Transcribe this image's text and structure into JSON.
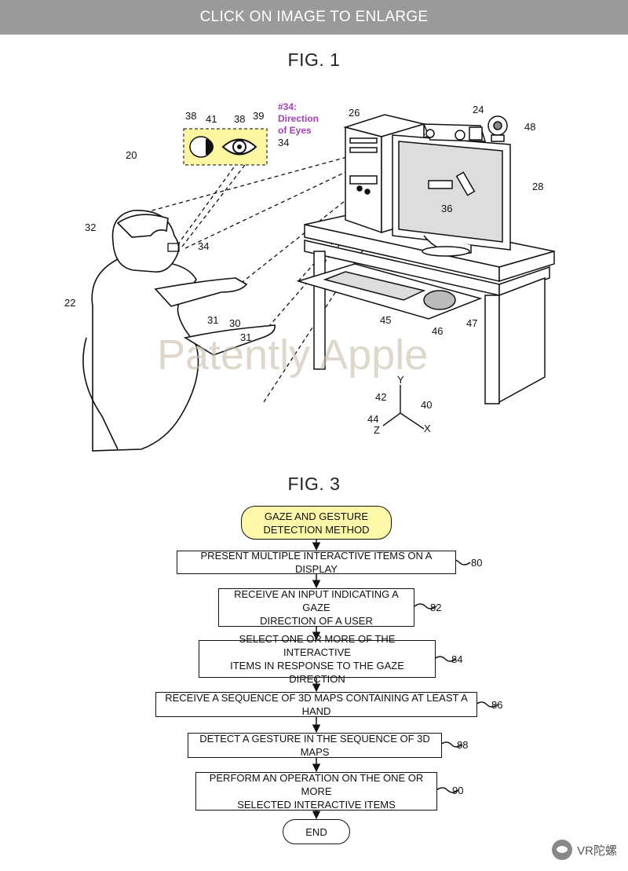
{
  "header": {
    "label": "CLICK ON IMAGE TO ENLARGE"
  },
  "fig1": {
    "title": "FIG. 1",
    "annotation": {
      "line1": "#34:",
      "line2": "Direction",
      "line3": "of Eyes"
    },
    "watermark": "Patently Apple",
    "refs": {
      "r20": "20",
      "r22": "22",
      "r24": "24",
      "r26": "26",
      "r28": "28",
      "r30": "30",
      "r31a": "31",
      "r31b": "31",
      "r32": "32",
      "r34a": "34",
      "r34b": "34",
      "r36": "36",
      "r38a": "38",
      "r38b": "38",
      "r39": "39",
      "r41": "41",
      "r40": "40",
      "r42": "42",
      "r44": "44",
      "r45": "45",
      "r46": "46",
      "r47": "47",
      "r48": "48"
    },
    "axes": {
      "x": "X",
      "y": "Y",
      "z": "Z"
    }
  },
  "fig3": {
    "title": "FIG. 3",
    "start": {
      "line1": "GAZE AND GESTURE",
      "line2": "DETECTION METHOD"
    },
    "steps": [
      {
        "num": "80",
        "line1": "PRESENT MULTIPLE INTERACTIVE ITEMS ON A DISPLAY",
        "line2": ""
      },
      {
        "num": "82",
        "line1": "RECEIVE AN INPUT INDICATING A GAZE",
        "line2": "DIRECTION OF A USER"
      },
      {
        "num": "84",
        "line1": "SELECT ONE OR MORE OF THE INTERACTIVE",
        "line2": "ITEMS IN RESPONSE TO THE GAZE DIRECTION"
      },
      {
        "num": "86",
        "line1": "RECEIVE A SEQUENCE OF 3D MAPS CONTAINING AT LEAST A HAND",
        "line2": ""
      },
      {
        "num": "88",
        "line1": "DETECT A GESTURE IN THE SEQUENCE OF 3D MAPS",
        "line2": ""
      },
      {
        "num": "90",
        "line1": "PERFORM AN OPERATION ON THE ONE OR MORE",
        "line2": "SELECTED INTERACTIVE ITEMS"
      }
    ],
    "end": "END"
  },
  "logo": {
    "text": "VR陀螺"
  }
}
